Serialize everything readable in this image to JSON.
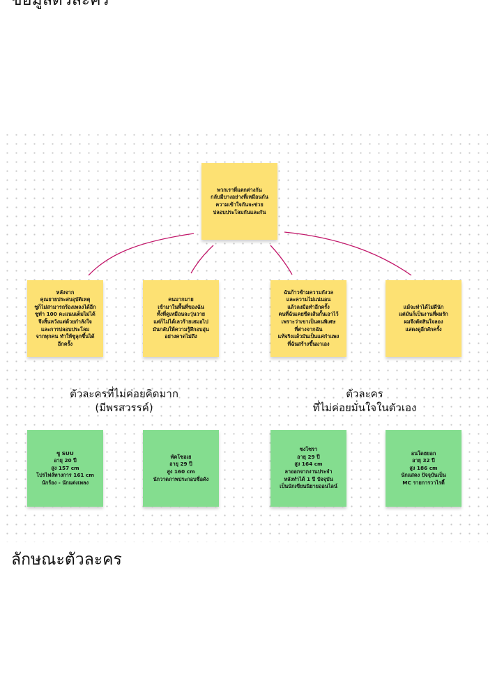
{
  "page": {
    "top_title": "ข้อมูลตัวละคร",
    "bottom_title": "ลักษณะตัวละคร"
  },
  "board": {
    "center_note": "พวกเราที่แตกต่างกัน\nกลับมีบางอย่างที่เหมือนกัน\nความเข้าใจกันจะช่วย\nปลอบประโลมกันและกัน",
    "story_notes": [
      "หลังจาก\nคุณยายประสบอุบัติเหตุ\nซูก็ไม่สามารถร้องเพลงได้อีก\nซูทำ 100 คะแนนเต็มไม่ได้\nจึงสิ้นหวังแต่ด้วยกำลังใจ\nและการปลอบประโลม\nจากทุกคน ทำให้ซูลุกขึ้นได้\nอีกครั้ง",
      "คนมากมาย\nเข้ามาในพื้นที่ของฉัน\nทั้งที่ดูเหมือนจะวุ่นวาย\nแต่ก็ไม่ได้เลวร้ายเสมอไป\nมันกลับให้ความรู้สึกอบอุ่น\nอย่างคาดไม่ถึง",
      "ฉันก้าวข้ามความกังวล\nและความไม่แน่นอน\nแล้วลงมือทำอีกครั้ง\nคนที่ฉันเคยขีดเส้นกั้นเอาไว้\nเพราะว่าเขาเป็นคนพิเศษ\nที่ต่างจากฉัน\nแท้จริงแล้วมันเป็นแค่กำแพง\nที่ฉันสร้างขึ้นมาเอง",
      "แม้จะทำได้ไม่ดีนัก\nแต่มันก็เป็นงานที่ผมรัก\nผมจึงตัดสินใจลอง\nแสดงดูอีกสักครั้ง"
    ],
    "group_labels": [
      "ตัวละครที่ไม่ค่อยคิดมาก\n(มีพรสวรรค์)",
      "ตัวละคร\nที่ไม่ค่อยมั่นใจในตัวเอง"
    ],
    "character_notes": [
      "ซู SUU\nอายุ 20 ปี\nสูง 157 cm\nโปรไฟล์ทางการ 161 cm\nนักร้อง - นักแต่งเพลง",
      "พัคโซอเย\nอายุ 29 ปี\nสูง 160 cm\nนักวาดภาพประกอบชื่อดัง",
      "ซงโซรา\nอายุ 29 ปี\nสูง 164 cm\nลาออกจากงานประจำ\nหลังทำได้ 1 ปี ปัจจุบัน\nเป็นนักเขียนนิยายออนไลน์",
      "อนโดฮยอก\nอายุ 32 ปี\nสูง 186 cm\nนักแสดง ปัจจุบันเป็น\nMC รายการวาไรตี้"
    ],
    "colors": {
      "yellow": "#fde173",
      "green": "#84dd8f",
      "connector": "#c2186b"
    }
  }
}
